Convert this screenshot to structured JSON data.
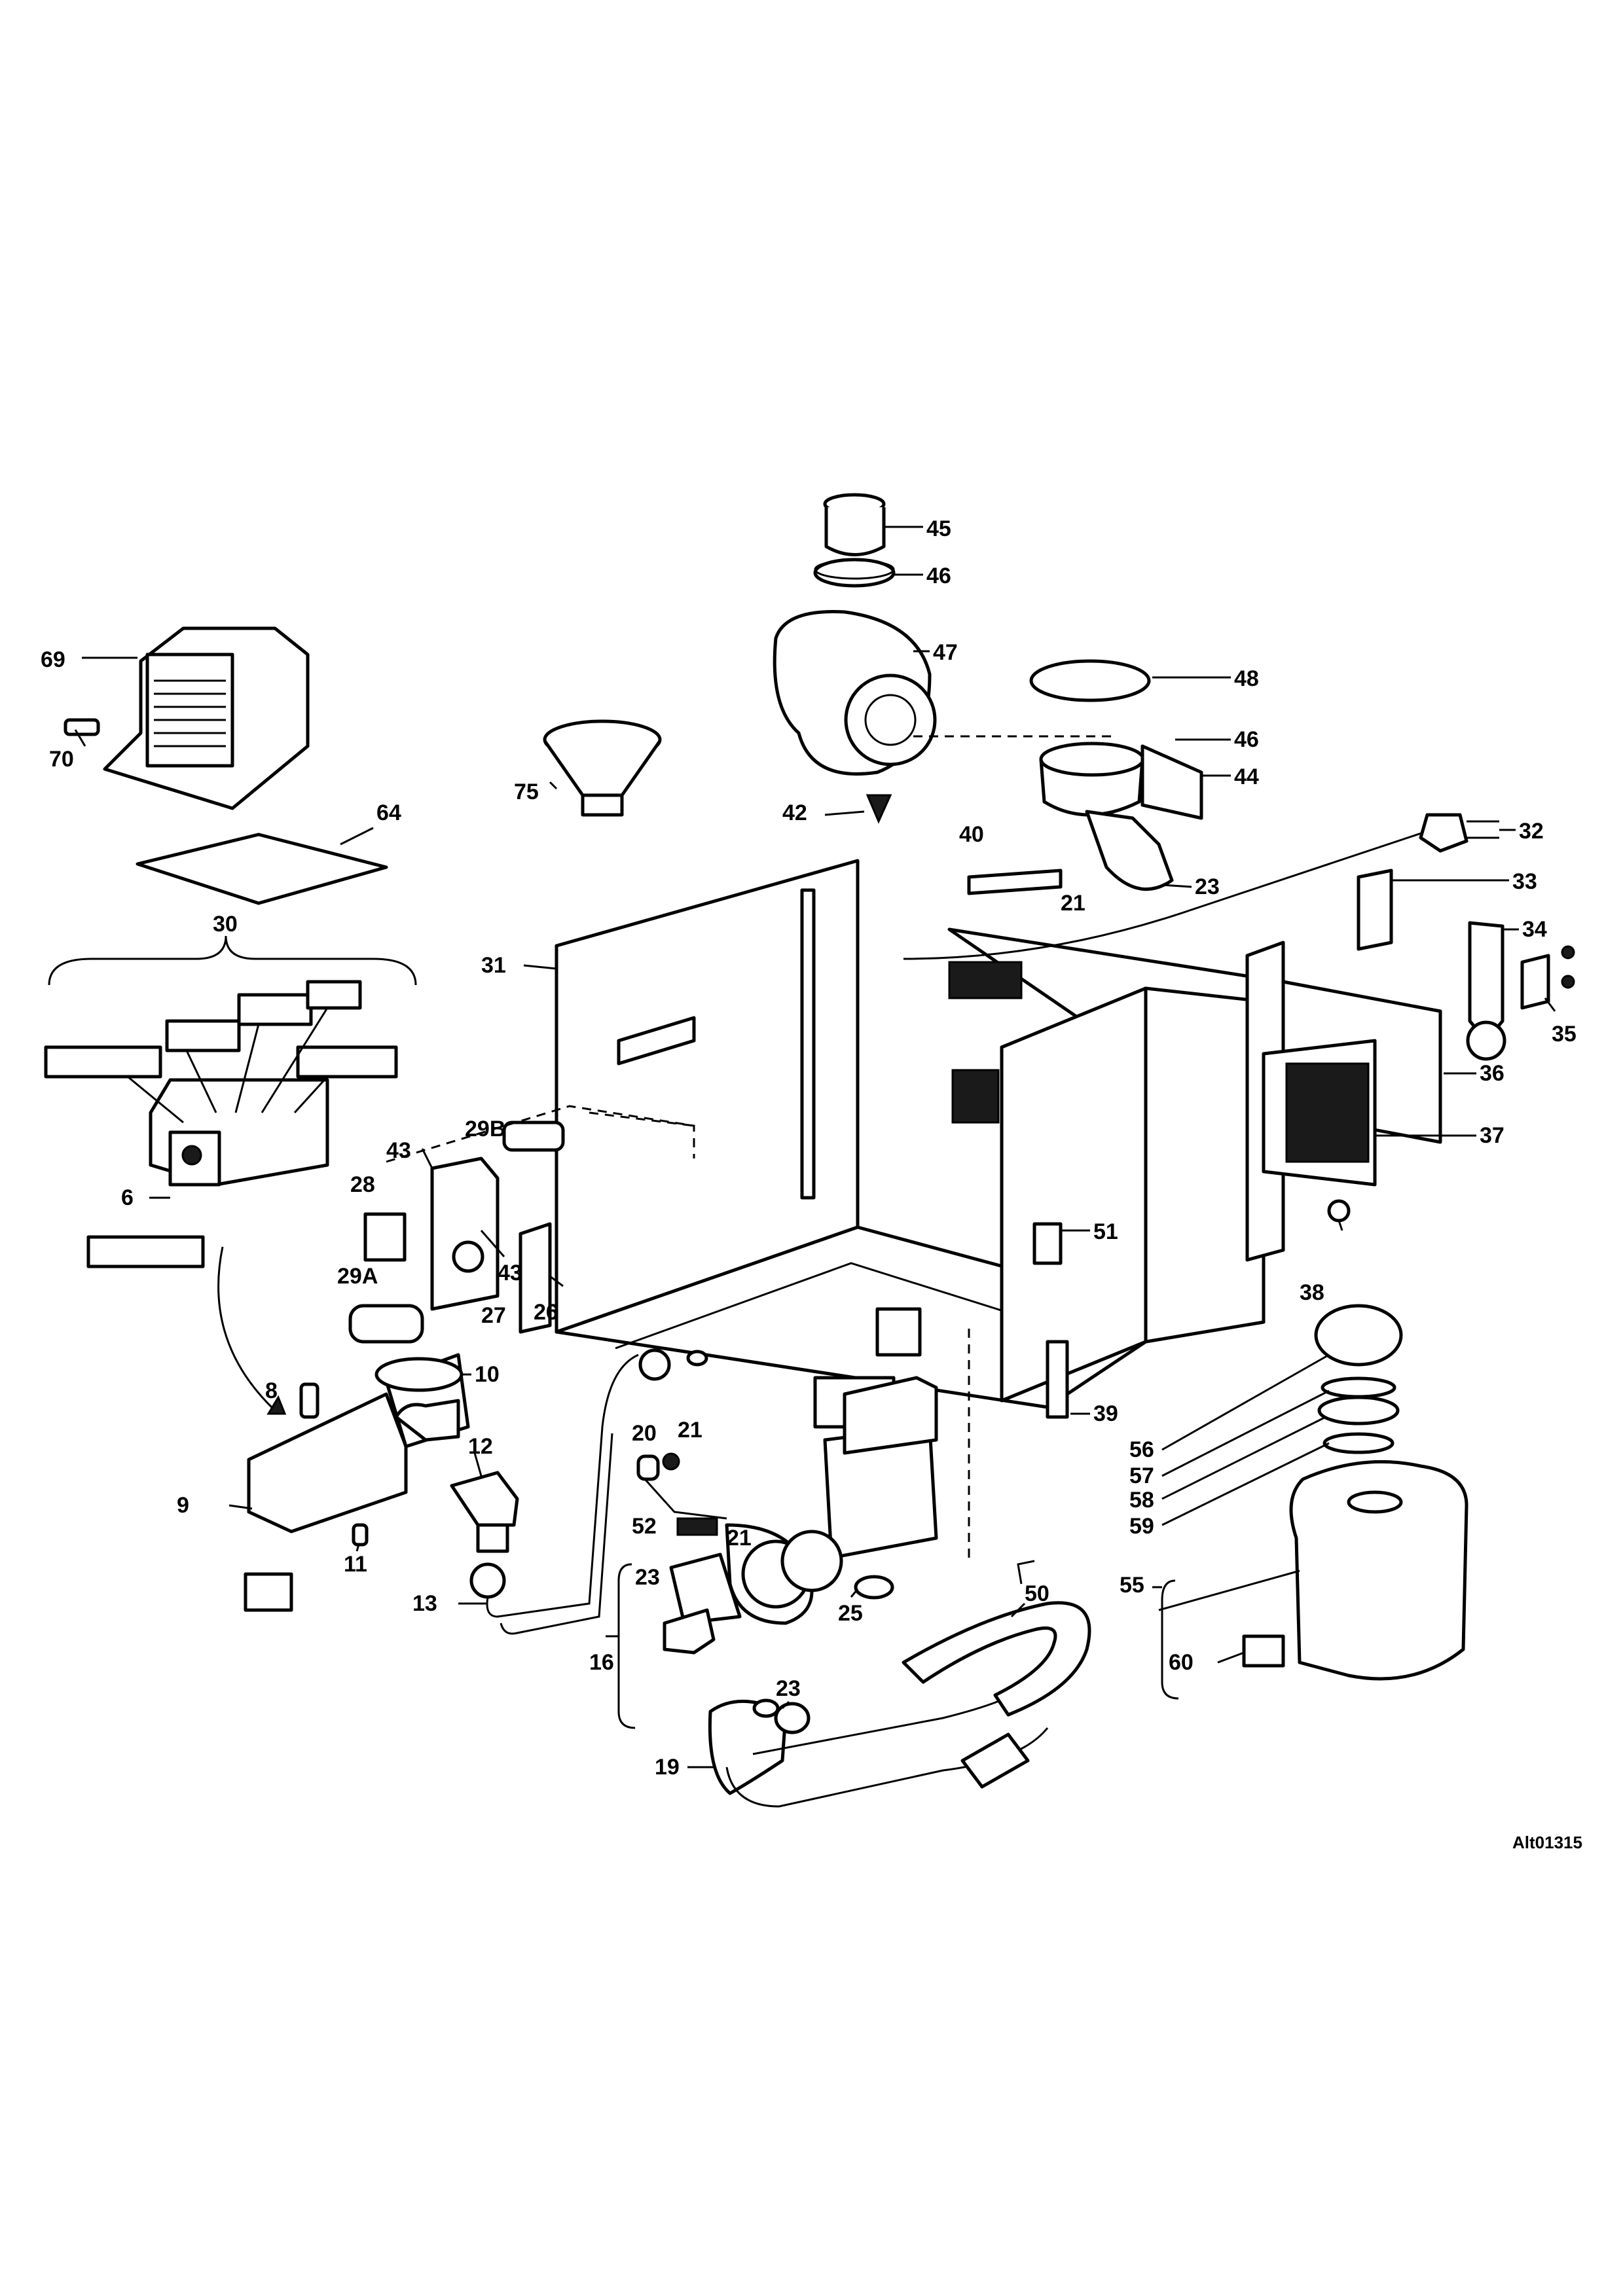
{
  "drawing_code": "Alt01315",
  "callouts": [
    {
      "id": "c45",
      "text": "45"
    },
    {
      "id": "c46a",
      "text": "46"
    },
    {
      "id": "c47",
      "text": "47"
    },
    {
      "id": "c48",
      "text": "48"
    },
    {
      "id": "c46b",
      "text": "46"
    },
    {
      "id": "c44",
      "text": "44"
    },
    {
      "id": "c42",
      "text": "42"
    },
    {
      "id": "c69",
      "text": "69"
    },
    {
      "id": "c70",
      "text": "70"
    },
    {
      "id": "c75",
      "text": "75"
    },
    {
      "id": "c64",
      "text": "64"
    },
    {
      "id": "c40",
      "text": "40"
    },
    {
      "id": "c21a",
      "text": "21"
    },
    {
      "id": "c23a",
      "text": "23"
    },
    {
      "id": "c32",
      "text": "32"
    },
    {
      "id": "c33",
      "text": "33"
    },
    {
      "id": "c34",
      "text": "34"
    },
    {
      "id": "c35",
      "text": "35"
    },
    {
      "id": "c30",
      "text": "30"
    },
    {
      "id": "c31",
      "text": "31"
    },
    {
      "id": "c36",
      "text": "36"
    },
    {
      "id": "c37",
      "text": "37"
    },
    {
      "id": "c29b",
      "text": "29B"
    },
    {
      "id": "c43a",
      "text": "43"
    },
    {
      "id": "c28",
      "text": "28"
    },
    {
      "id": "c6",
      "text": "6"
    },
    {
      "id": "c51",
      "text": "51"
    },
    {
      "id": "c29a",
      "text": "29A"
    },
    {
      "id": "c43b",
      "text": "43"
    },
    {
      "id": "c27",
      "text": "27"
    },
    {
      "id": "c26",
      "text": "26"
    },
    {
      "id": "c38",
      "text": "38"
    },
    {
      "id": "c8",
      "text": "8"
    },
    {
      "id": "c10",
      "text": "10"
    },
    {
      "id": "c20",
      "text": "20"
    },
    {
      "id": "c21b",
      "text": "21"
    },
    {
      "id": "c39",
      "text": "39"
    },
    {
      "id": "c12",
      "text": "12"
    },
    {
      "id": "c56",
      "text": "56"
    },
    {
      "id": "c9",
      "text": "9"
    },
    {
      "id": "c57",
      "text": "57"
    },
    {
      "id": "c52",
      "text": "52"
    },
    {
      "id": "c21c",
      "text": "21"
    },
    {
      "id": "c58",
      "text": "58"
    },
    {
      "id": "c11",
      "text": "11"
    },
    {
      "id": "c59",
      "text": "59"
    },
    {
      "id": "c23b",
      "text": "23"
    },
    {
      "id": "c55",
      "text": "55"
    },
    {
      "id": "c13",
      "text": "13"
    },
    {
      "id": "c25",
      "text": "25"
    },
    {
      "id": "c50",
      "text": "50"
    },
    {
      "id": "c16",
      "text": "16"
    },
    {
      "id": "c23c",
      "text": "23"
    },
    {
      "id": "c60",
      "text": "60"
    },
    {
      "id": "c19",
      "text": "19"
    }
  ]
}
